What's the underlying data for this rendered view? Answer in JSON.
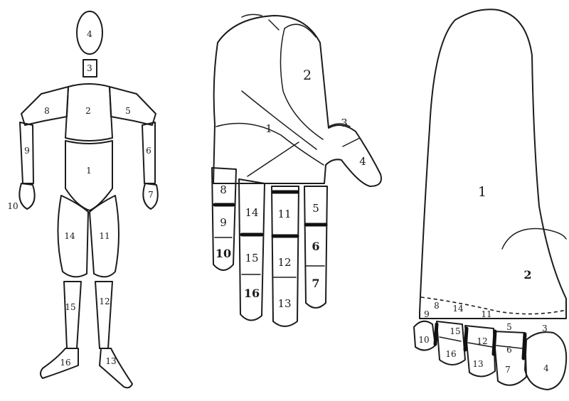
{
  "figures": [
    {
      "id": "body",
      "labels": {
        "head": "4",
        "neck": "3",
        "chest": "2",
        "right_upper_arm": "8",
        "left_upper_arm": "5",
        "right_forearm": "9",
        "left_forearm": "6",
        "right_hand": "10",
        "left_hand": "7",
        "abdomen": "1",
        "right_thigh": "14",
        "left_thigh": "11",
        "right_shin": "15",
        "left_shin": "12",
        "right_foot": "16",
        "left_foot": "13"
      }
    },
    {
      "id": "hand",
      "labels": {
        "thenar": "2",
        "palm": "1",
        "thumb_proximal": "3",
        "thumb_distal": "4",
        "little_proximal": "8",
        "little_middle": "9",
        "little_distal": "10",
        "ring_proximal": "14",
        "ring_middle": "15",
        "ring_distal": "16",
        "middle_proximal": "11",
        "middle_middle": "12",
        "middle_distal": "13",
        "index_proximal": "5",
        "index_middle": "6",
        "index_distal": "7"
      }
    },
    {
      "id": "foot",
      "labels": {
        "sole": "1",
        "ball": "2",
        "big_toe_base": "3",
        "big_toe": "4",
        "toe5_base": "9",
        "toe5_mid": "8",
        "toe5_tip": "10",
        "toe4_base": "14",
        "toe4_mid": "15",
        "toe4_tip": "16",
        "toe3_base": "11",
        "toe3_mid": "12",
        "toe3_tip": "13",
        "toe2_base": "5",
        "toe2_mid": "6",
        "toe2_tip": "7"
      }
    }
  ]
}
